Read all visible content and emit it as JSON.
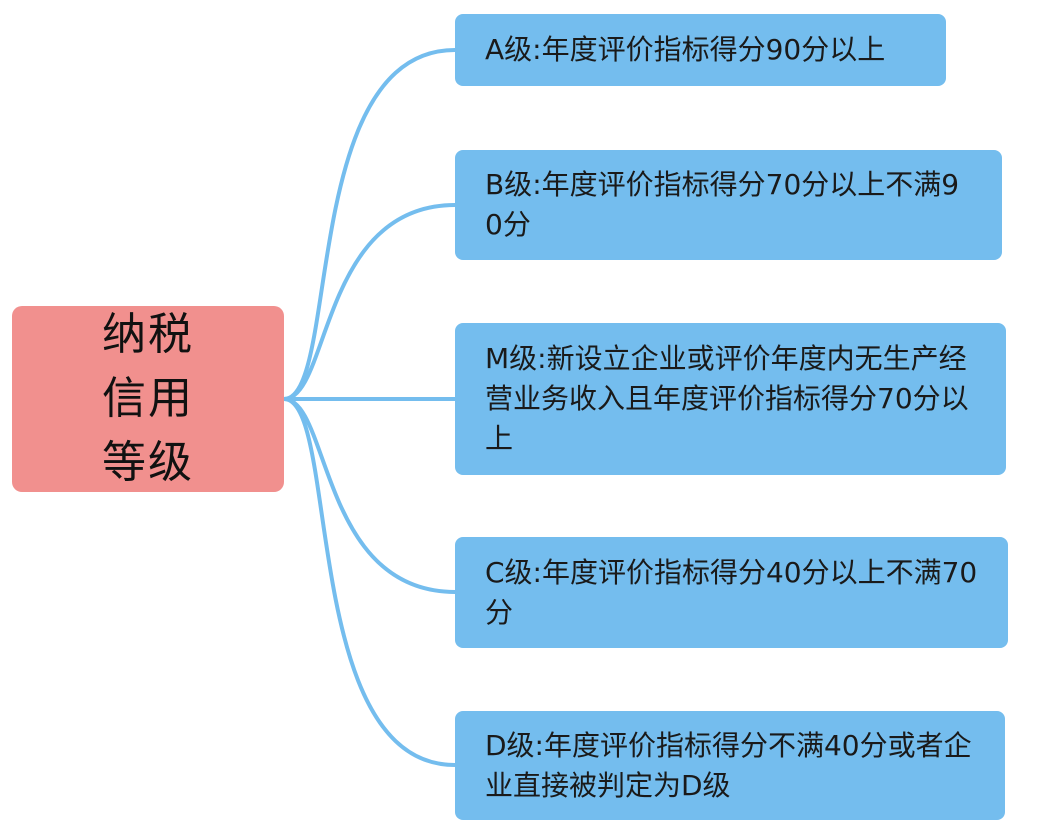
{
  "root": {
    "label": "纳税信用等级",
    "color": "#f1908e"
  },
  "branches": [
    {
      "id": "a",
      "label": "A级:年度评价指标得分90分以上"
    },
    {
      "id": "b",
      "label": "B级:年度评价指标得分70分以上不满90分"
    },
    {
      "id": "m",
      "label": "M级:新设立企业或评价年度内无生产经营业务收入且年度评价指标得分70分以上"
    },
    {
      "id": "c",
      "label": "C级:年度评价指标得分40分以上不满70分"
    },
    {
      "id": "d",
      "label": "D级:年度评价指标得分不满40分或者企业直接被判定为D级"
    }
  ],
  "colors": {
    "branch_fill": "#74bdee",
    "connector": "#74bdee"
  }
}
